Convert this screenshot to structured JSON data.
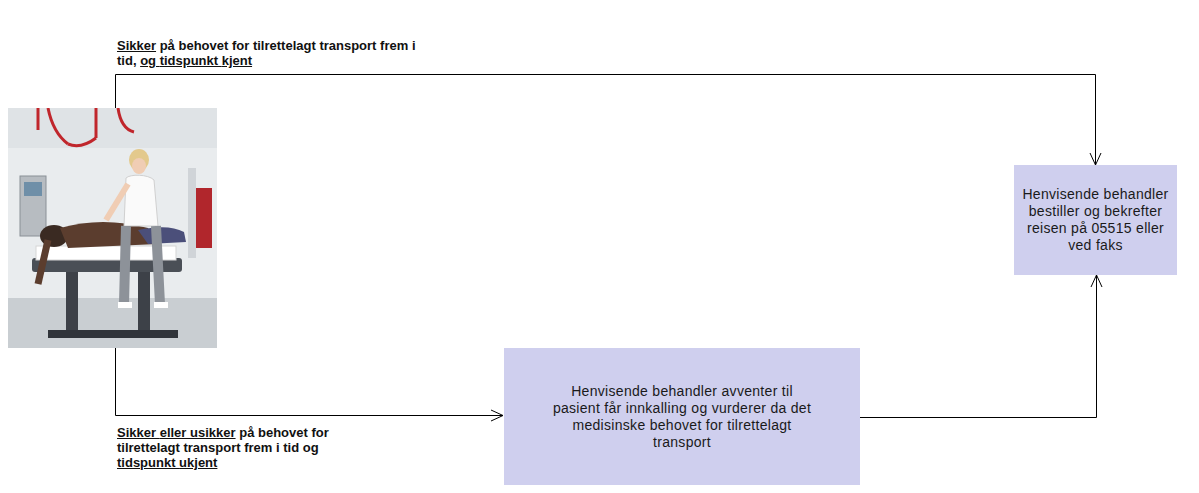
{
  "diagram": {
    "nodes": [
      {
        "text": [
          "Henvisende behandler avventer til pasient får innkalling og vurderer da det medisinske behovet for tilrettelagt transport"
        ]
      },
      {
        "text": [
          "Henvisende behandler bestiller og bekrefter reisen på 05515 eller ved faks"
        ]
      }
    ],
    "edges": [
      {
        "from": 0,
        "to": 1,
        "arrow": "to"
      }
    ],
    "labels": [
      "Sikker på behovet for tilrettelagt transport frem i tid, og tidspunkt kjent",
      "Sikker eller usikker på behovet for tilrettelagt transport frem i tid og tidspunkt ukjent"
    ]
  }
}
